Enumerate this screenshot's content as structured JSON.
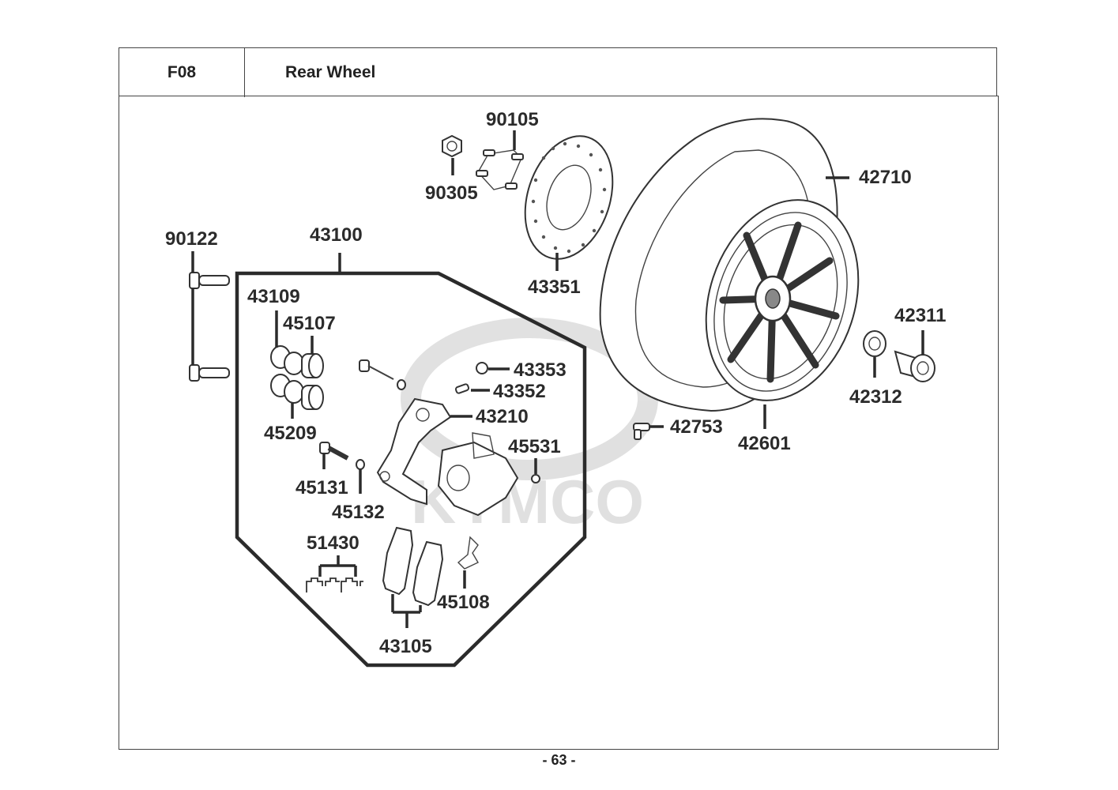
{
  "header": {
    "section_code": "F08",
    "title": "Rear Wheel"
  },
  "watermark": {
    "brand": "KYMCO"
  },
  "part_numbers": {
    "p90105": "90105",
    "p90305": "90305",
    "p42710": "42710",
    "p90122": "90122",
    "p43100": "43100",
    "p43351": "43351",
    "p43109": "43109",
    "p45107": "45107",
    "p42311": "42311",
    "p43353": "43353",
    "p43352": "43352",
    "p42312": "42312",
    "p43210": "43210",
    "p42753": "42753",
    "p45209": "45209",
    "p42601": "42601",
    "p45531": "45531",
    "p45131": "45131",
    "p45132": "45132",
    "p51430": "51430",
    "p45108": "45108",
    "p43105": "43105"
  },
  "footer": {
    "page_number": "- 63 -"
  }
}
